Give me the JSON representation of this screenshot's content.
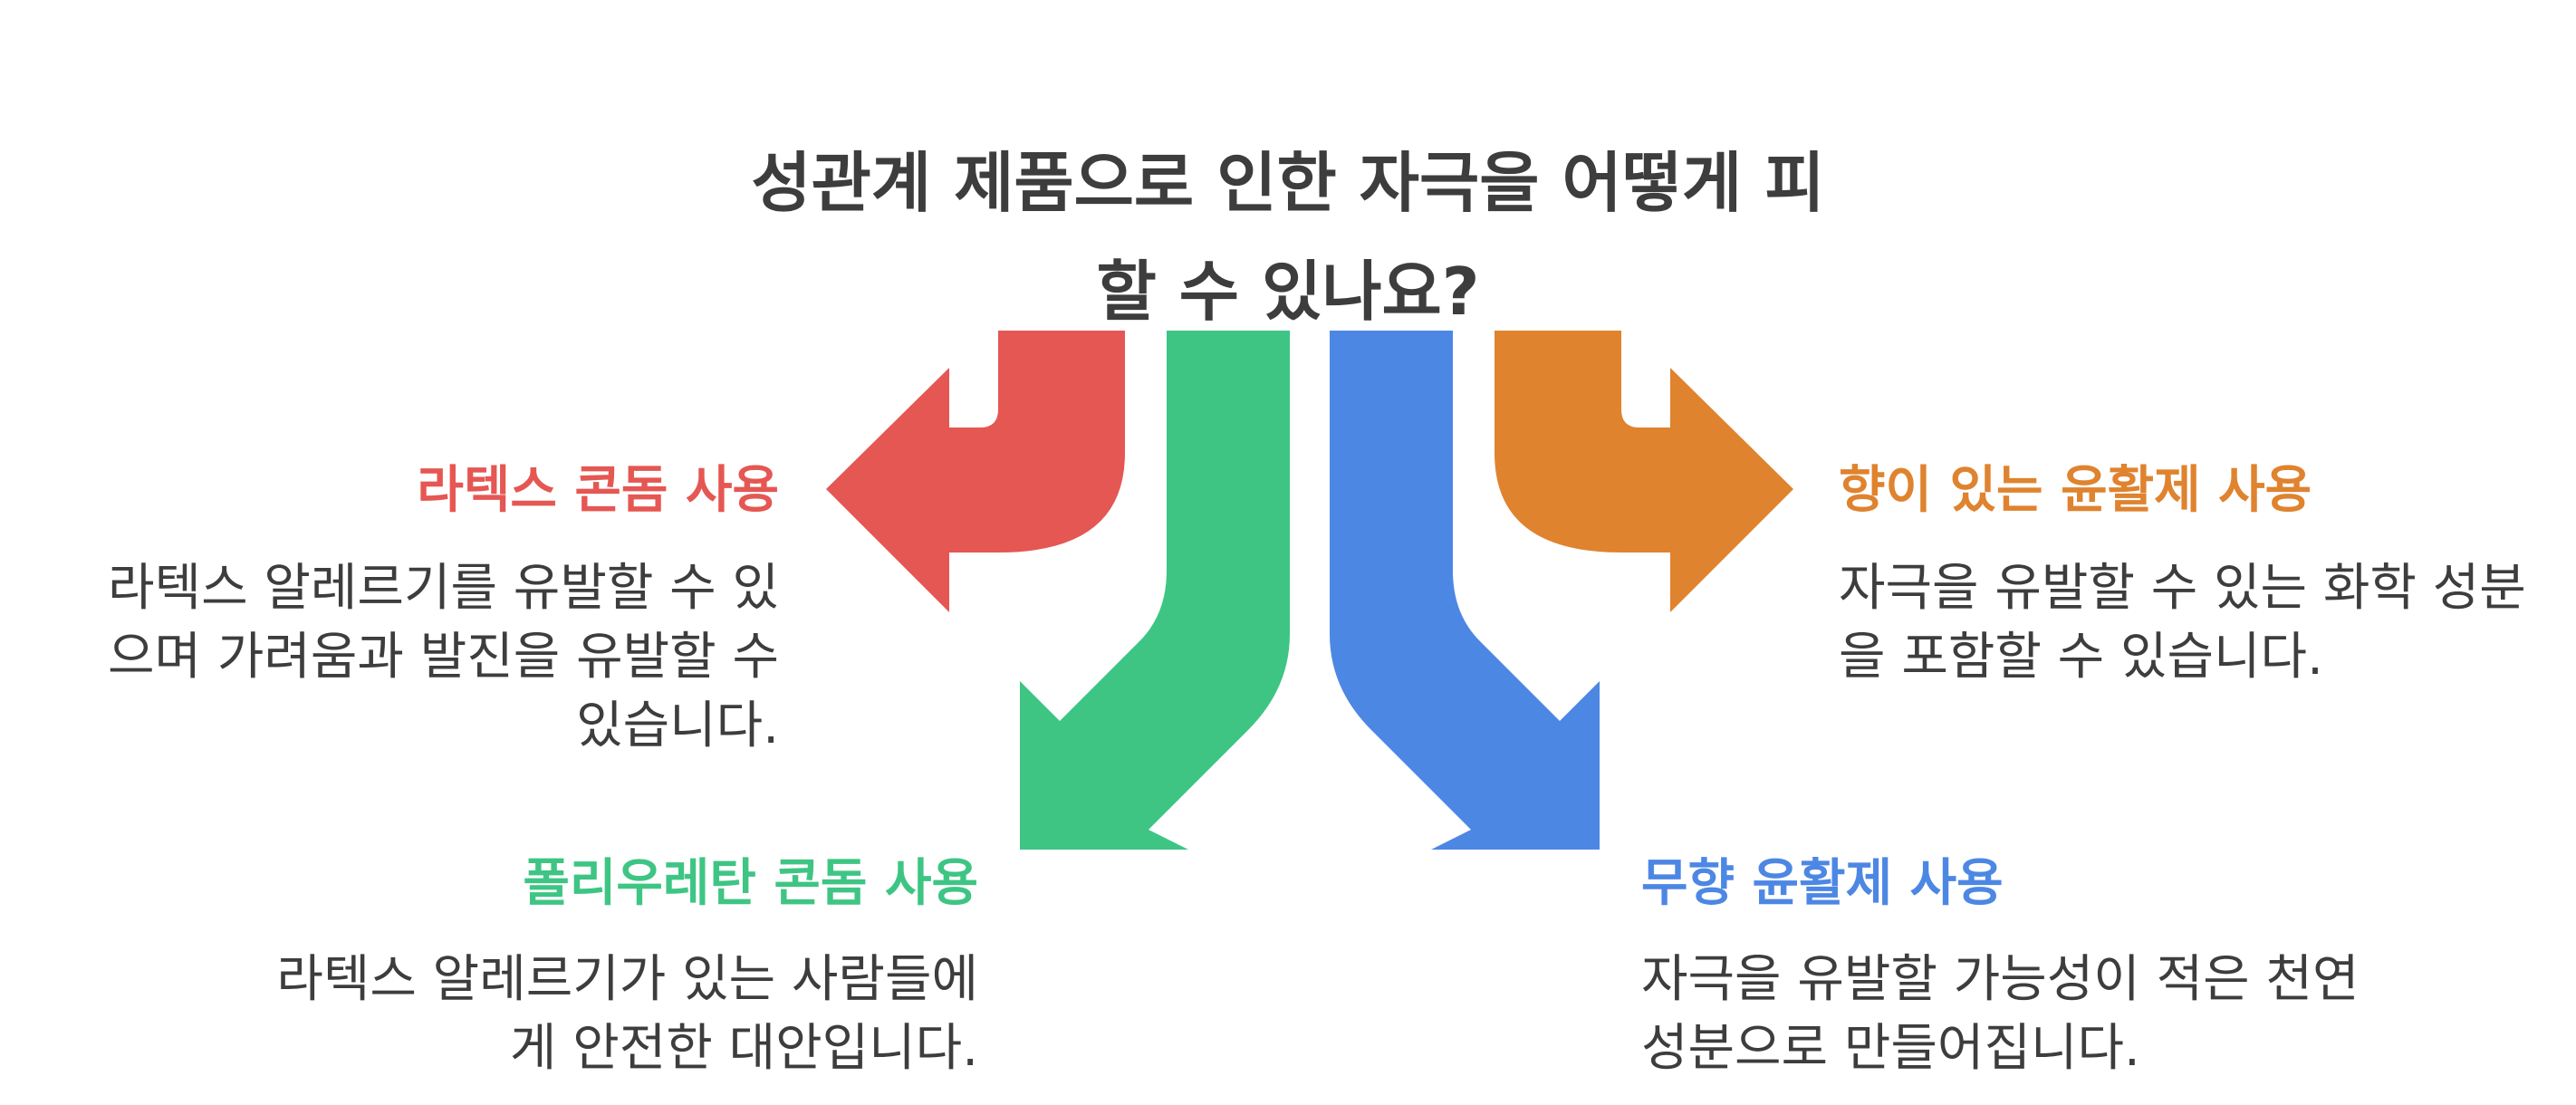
{
  "title": "성관계 제품으로 인한 자극을 어떻게 피할 수 있나요?",
  "colors": {
    "red": "#E55753",
    "green": "#3EC584",
    "blue": "#4D87E4",
    "orange": "#DF832F",
    "text": "#3D3D3D"
  },
  "options": [
    {
      "heading": "라텍스 콘돔 사용",
      "description": "라텍스 알레르기를 유발할 수 있으며 가려움과 발진을 유발할 수 있습니다."
    },
    {
      "heading": "폴리우레탄 콘돔 사용",
      "description": "라텍스 알레르기가 있는 사람들에게 안전한 대안입니다."
    },
    {
      "heading": "무향 윤활제 사용",
      "description": "자극을 유발할 가능성이 적은 천연 성분으로 만들어집니다."
    },
    {
      "heading": "향이 있는 윤활제 사용",
      "description": "자극을 유발할 수 있는 화학 성분을 포함할 수 있습니다."
    }
  ]
}
